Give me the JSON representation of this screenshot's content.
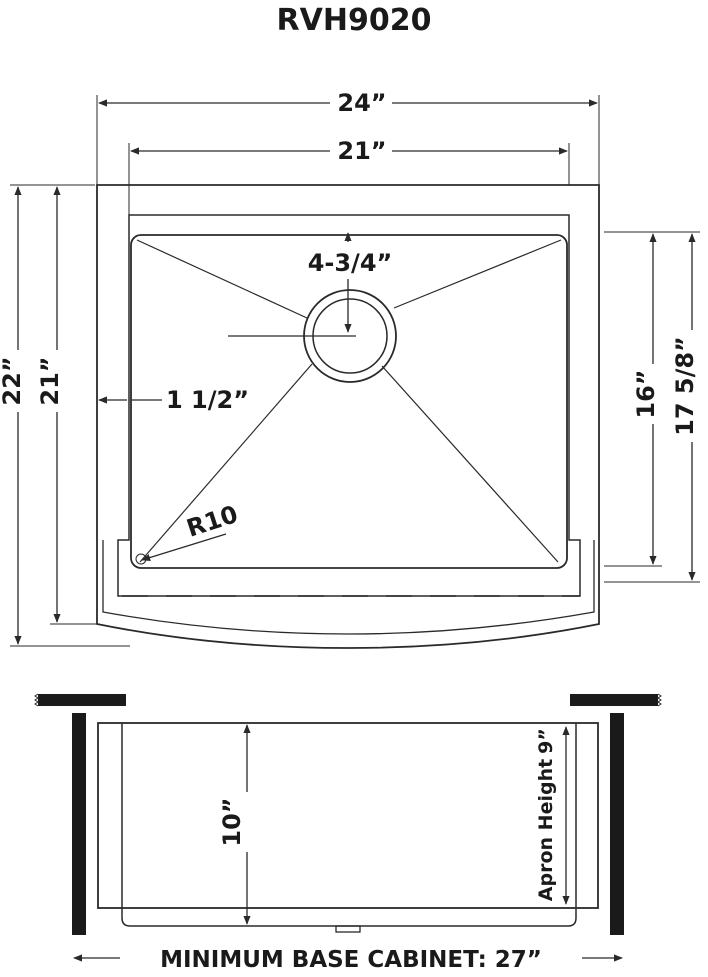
{
  "title": "RVH9020",
  "top_view": {
    "overall_width": "24”",
    "bowl_width": "21”",
    "overall_depth": "22”",
    "inner_depth": "21”",
    "bowl_depth": "16”",
    "side_depth": "17 5/8”",
    "drain_offset": "4-3/4”",
    "rim_width": "1 1/2”",
    "corner_radius": "R10"
  },
  "front_view": {
    "bowl_height": "10”",
    "apron_height_label": "Apron Height",
    "apron_height_value": "9”",
    "min_cabinet": "MINIMUM BASE CABINET: 27”"
  },
  "colors": {
    "line": "#2a2a2a",
    "wall": "#1a1a1a",
    "background": "#ffffff"
  }
}
